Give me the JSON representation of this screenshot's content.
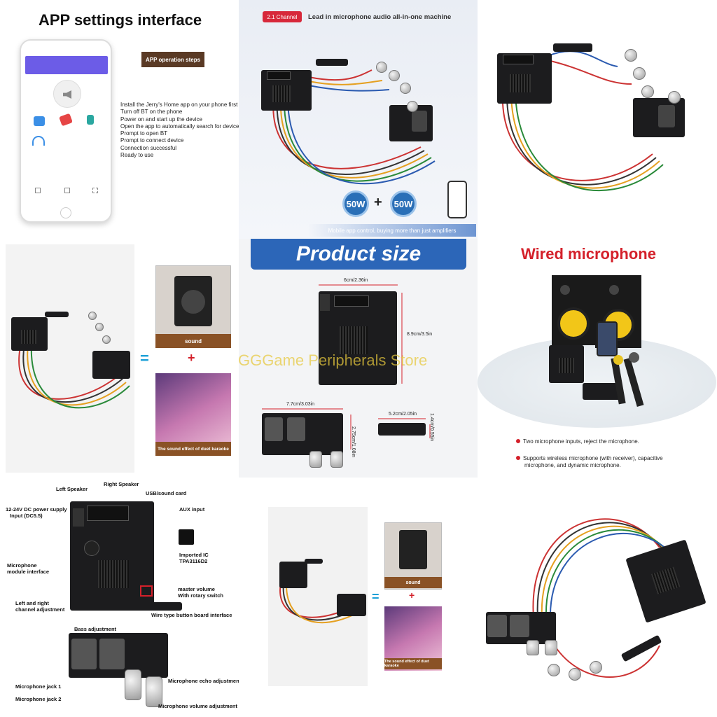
{
  "panel1": {
    "title": "APP settings interface",
    "steps_badge": "APP operation steps",
    "steps": [
      "Install the Jerry's Home app on your phone first",
      "Turn off BT on the phone",
      "Power on and start up the device",
      "Open the app to automatically search for devices",
      "Prompt to open BT",
      "Prompt to connect device",
      "Connection successful",
      "Ready to use"
    ]
  },
  "panel2": {
    "channel_badge": "2.1 Channel",
    "headline": "Lead in microphone audio all-in-one machine",
    "power_left": "50W",
    "plus": "+",
    "power_right": "50W",
    "footer": "Mobile app control, buying more than just amplifiers"
  },
  "panel4": {
    "equals": "=",
    "plus": "+",
    "sound_label": "sound",
    "karaoke_label": "The sound effect of duet karaoke"
  },
  "panel5": {
    "banner": "Product size",
    "dim_width": "6cm/2.36in",
    "dim_height": "8.9cm/3.5in",
    "dim_mic_width": "7.7cm/3.03in",
    "dim_mic_height": "2.75cm/1.08in",
    "dim_btn_width": "5.2cm/2.05in",
    "dim_btn_height": "1.4cm/0.55in"
  },
  "panel6": {
    "title": "Wired microphone",
    "bullet1": "Two microphone inputs, reject the microphone.",
    "bullet2_line1": "Supports wireless microphone (with receiver), capacitive",
    "bullet2_line2": "microphone, and dynamic microphone."
  },
  "panel7": {
    "left_speaker": "Left Speaker",
    "right_speaker": "Right Speaker",
    "usb": "USB/sound card",
    "dc_line1": "12-24V DC power supply",
    "dc_line2": "Input (DC5.5)",
    "aux": "AUX input",
    "imported_ic_line1": "Imported IC",
    "imported_ic_line2": "TPA3116D2",
    "mic_module_line1": "Microphone",
    "mic_module_line2": "module interface",
    "master_line1": "master volume",
    "master_line2": "With rotary switch",
    "lr_line1": "Left and right",
    "lr_line2": "channel adjustment",
    "wire_button": "Wire type button board interface",
    "bass": "Bass adjustment",
    "jack1": "Microphone jack 1",
    "jack2": "Microphone jack 2",
    "echo": "Microphone echo adjustment",
    "mic_volume": "Microphone volume adjustment"
  },
  "panel8": {
    "equals": "=",
    "plus": "+",
    "sound_label": "sound",
    "karaoke_label": "The sound effect of duet karaoke"
  },
  "watermark": "GGGame Peripherals Store",
  "colors": {
    "accent_blue": "#2c66b8",
    "accent_red": "#d4202a",
    "label_brown": "#8a5226"
  }
}
